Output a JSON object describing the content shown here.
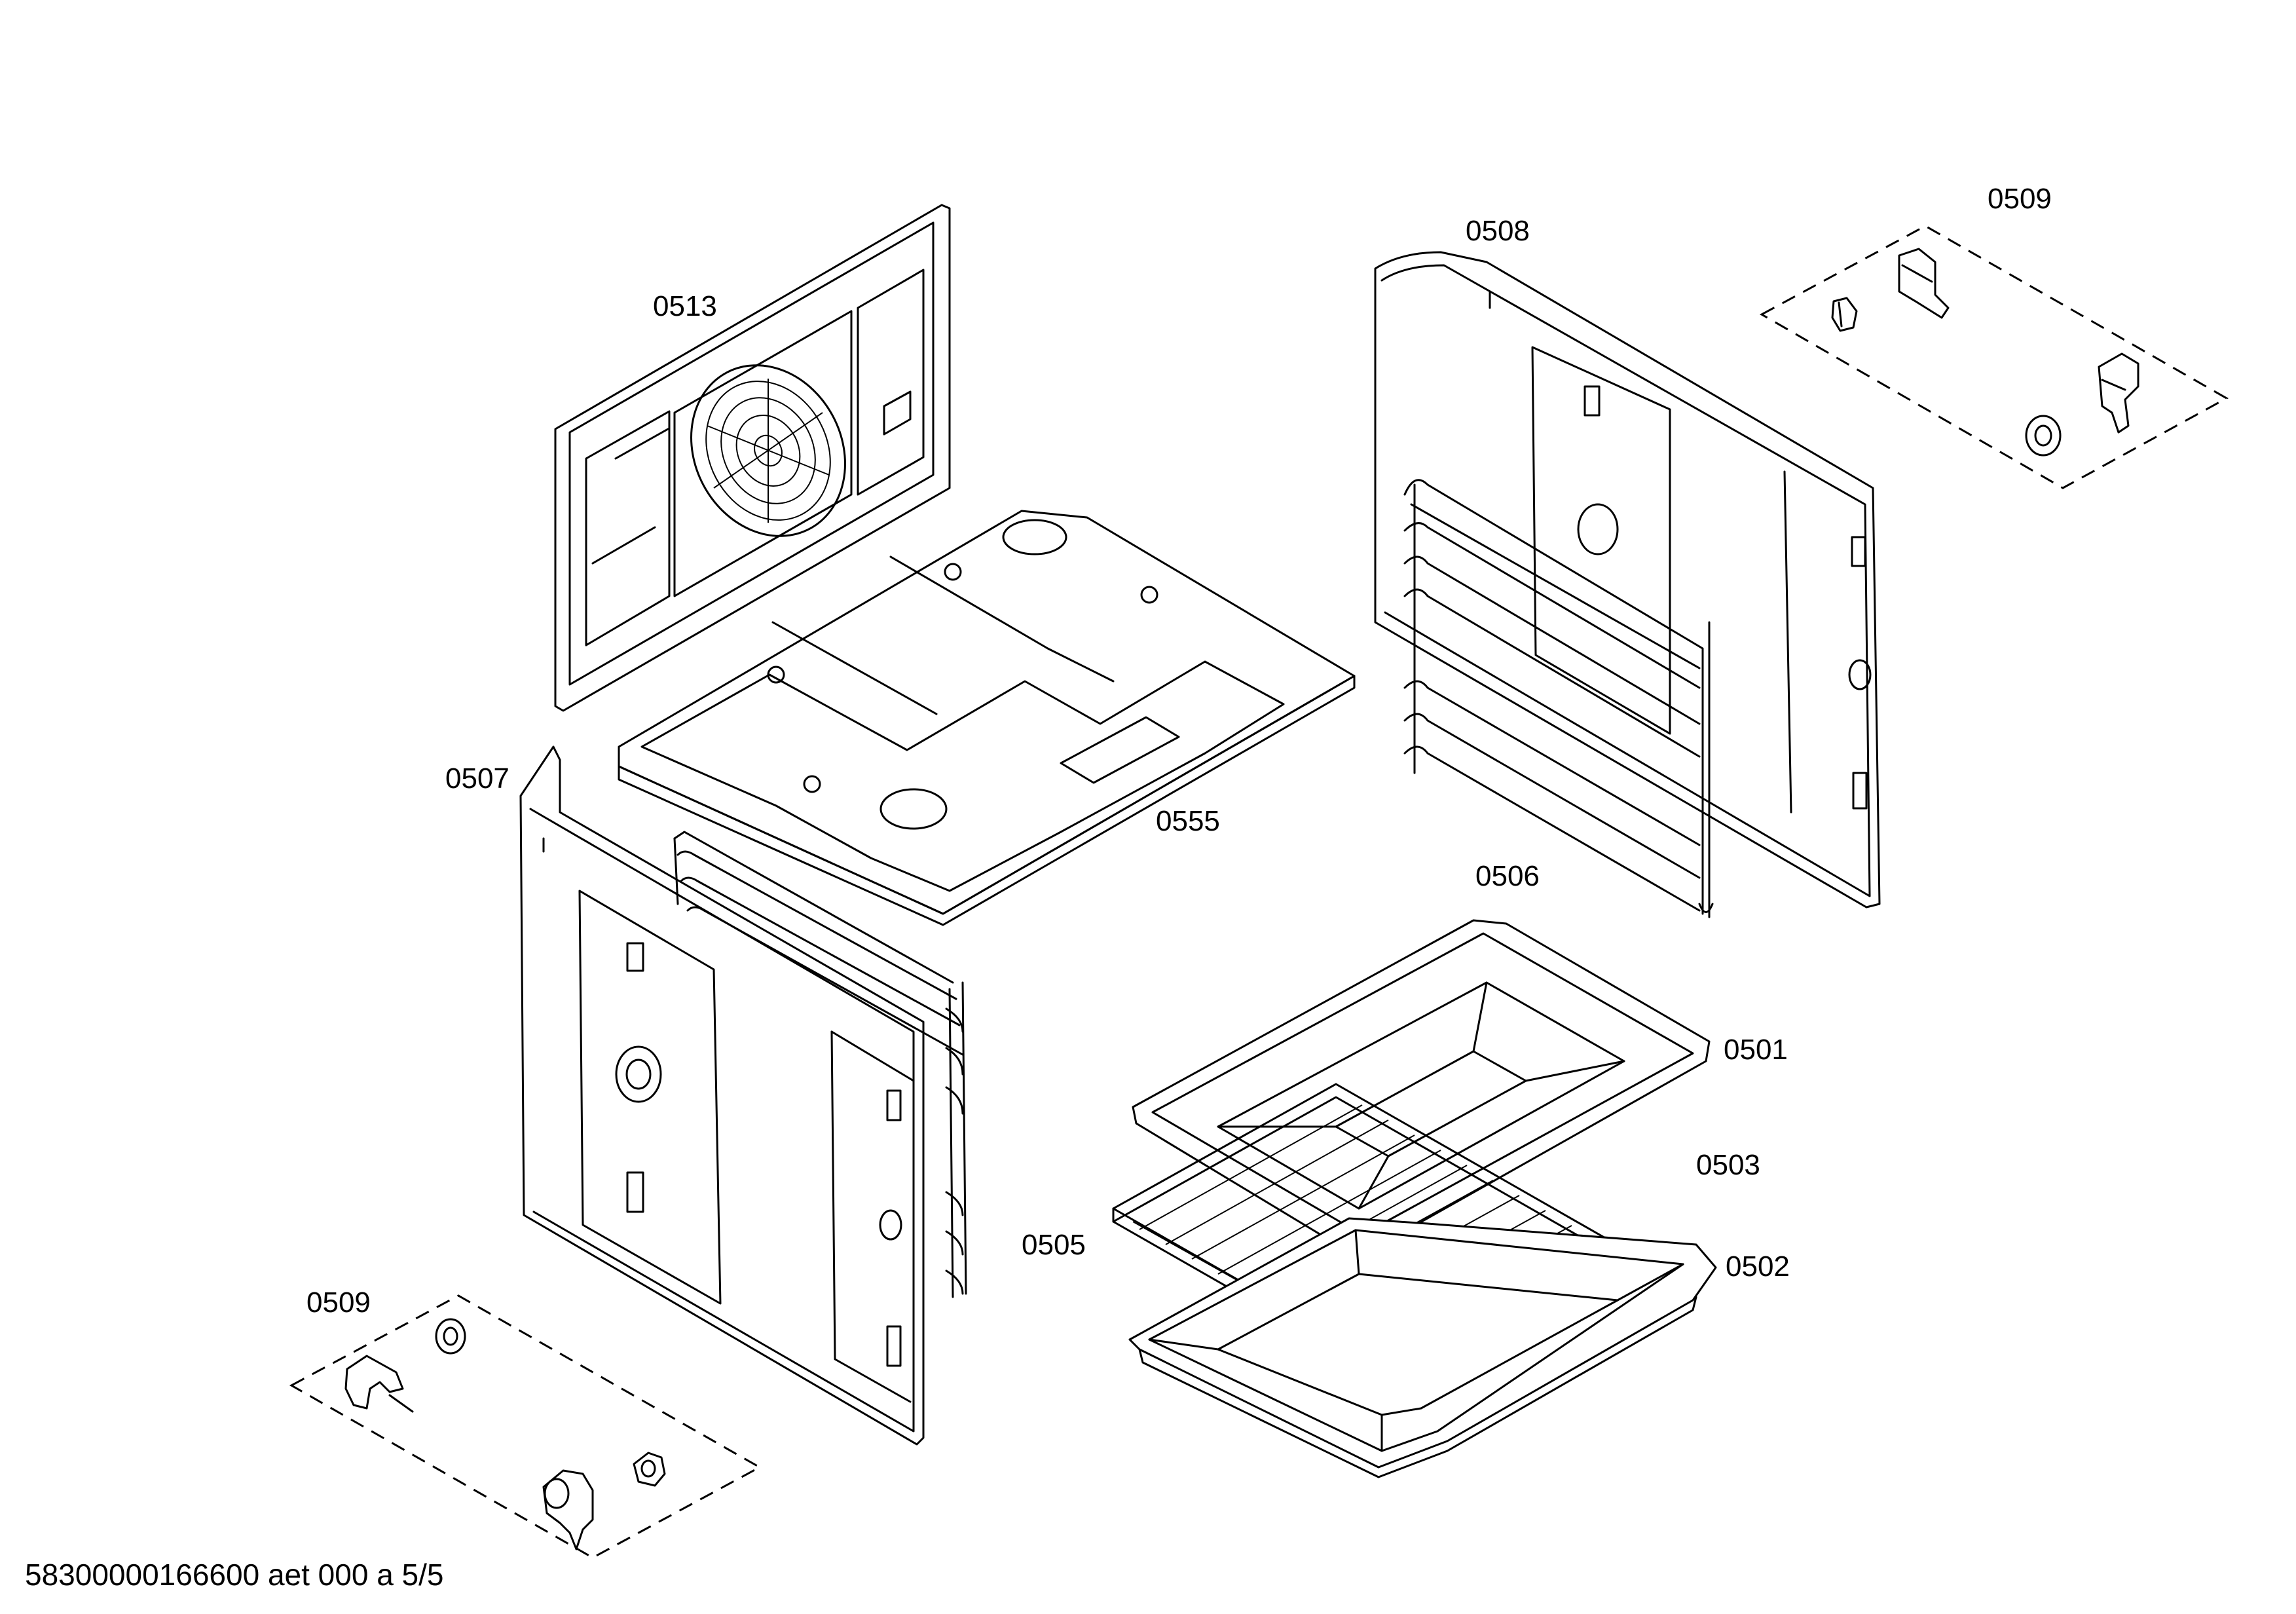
{
  "labels": {
    "p0513": "0513",
    "p0508": "0508",
    "p0509_top": "0509",
    "p0507": "0507",
    "p0555": "0555",
    "p0506": "0506",
    "p0501": "0501",
    "p0503": "0503",
    "p0505": "0505",
    "p0502": "0502",
    "p0509_bottom": "0509"
  },
  "footer": {
    "doc_code": "58300000166600 aet 000 a 5/5"
  }
}
